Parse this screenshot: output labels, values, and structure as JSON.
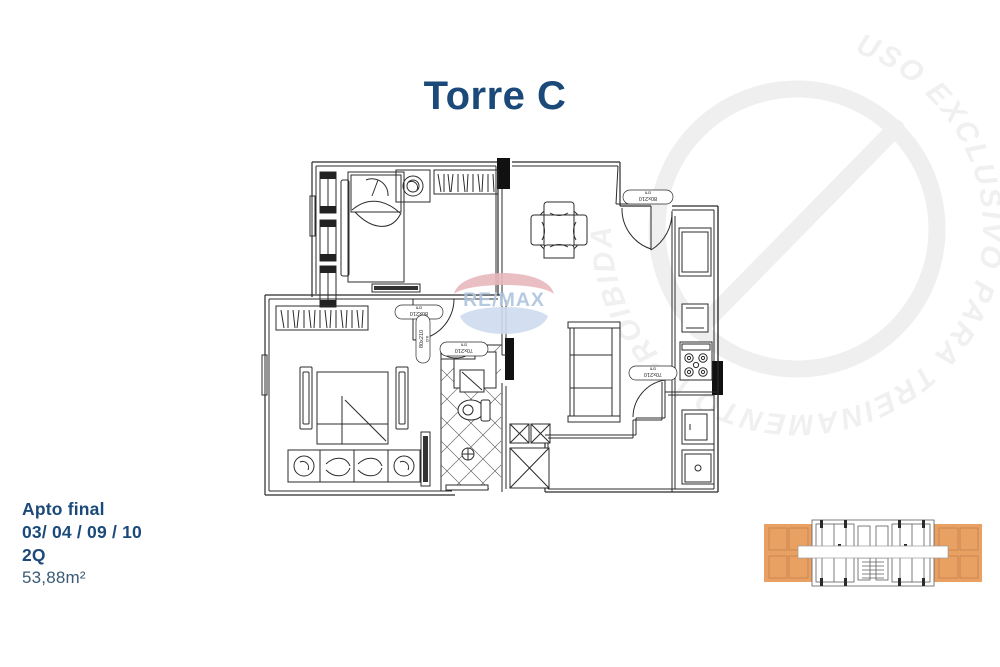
{
  "document": {
    "title": "Torre C",
    "type": "floor-plan"
  },
  "caption": {
    "line1": "Apto final",
    "line2": "03/ 04 / 09 / 10",
    "line3": "2Q",
    "line4": "53,88m²"
  },
  "watermark": {
    "text": "USO EXCLUSIVO PARA TREINAMENTO | PROIBIDA A REPRODUÇÃO |",
    "symbol": "no-entry-circle",
    "color": "#efefef"
  },
  "brand": {
    "name": "RE/MAX",
    "logo_top_color": "#d5404a",
    "logo_bottom_color": "#1c4f9c",
    "logo_text": "RE/MAX"
  },
  "floorplan": {
    "door_labels": [
      {
        "id": "door-suite",
        "value": "80x210",
        "unit": "cm"
      },
      {
        "id": "door-bedroom2",
        "value": "80x210",
        "unit": "cm"
      },
      {
        "id": "door-bathroom",
        "value": "70x210",
        "unit": "cm"
      },
      {
        "id": "door-service",
        "value": "80x210",
        "unit": "cm"
      },
      {
        "id": "door-laundry",
        "value": "70x210",
        "unit": "cm"
      }
    ],
    "rooms": [
      {
        "name": "suite",
        "label": ""
      },
      {
        "name": "bedroom-2",
        "label": ""
      },
      {
        "name": "bathroom",
        "label": ""
      },
      {
        "name": "living-dining",
        "label": ""
      },
      {
        "name": "kitchen",
        "label": ""
      },
      {
        "name": "balcony",
        "label": ""
      }
    ],
    "line_color": "#2b2b2b",
    "wall_fill": "#000000"
  },
  "keyplan": {
    "name": "building-key-plan",
    "highlight_color": "#e8a063"
  },
  "colors": {
    "title": "#1b4a7a",
    "caption_bold": "#1b4a7a",
    "caption_light": "#3b5a75",
    "background": "#ffffff"
  }
}
